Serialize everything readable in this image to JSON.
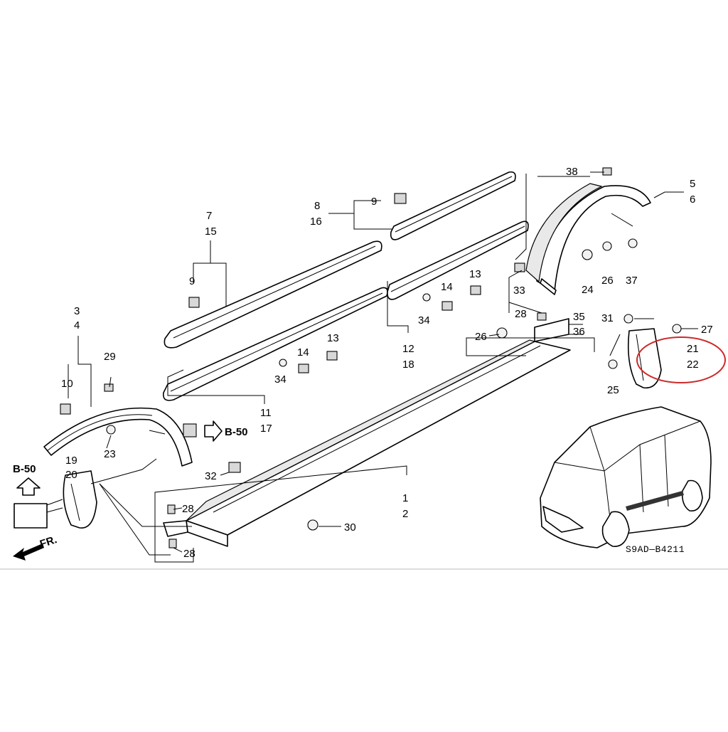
{
  "diagram": {
    "code": "S9AD—B4211",
    "ref_right": "B-50",
    "ref_left": "B-50",
    "front_marker": "FR.",
    "callouts": {
      "c1": "1",
      "c2": "2",
      "c3": "3",
      "c4": "4",
      "c5": "5",
      "c6": "6",
      "c7": "7",
      "c8": "8",
      "c9a": "9",
      "c9b": "9",
      "c10": "10",
      "c11": "11",
      "c12": "12",
      "c13a": "13",
      "c13b": "13",
      "c14a": "14",
      "c14b": "14",
      "c15": "15",
      "c16": "16",
      "c17": "17",
      "c18": "18",
      "c19": "19",
      "c20": "20",
      "c21": "21",
      "c22": "22",
      "c23": "23",
      "c24": "24",
      "c25": "25",
      "c26a": "26",
      "c26b": "26",
      "c27": "27",
      "c28a": "28",
      "c28b": "28",
      "c28c": "28",
      "c29": "29",
      "c30": "30",
      "c31": "31",
      "c32": "32",
      "c33": "33",
      "c34a": "34",
      "c34b": "34",
      "c35": "35",
      "c36": "36",
      "c37": "37",
      "c38": "38"
    },
    "highlight_color": "#cc2a2a",
    "line_color": "#000000"
  }
}
